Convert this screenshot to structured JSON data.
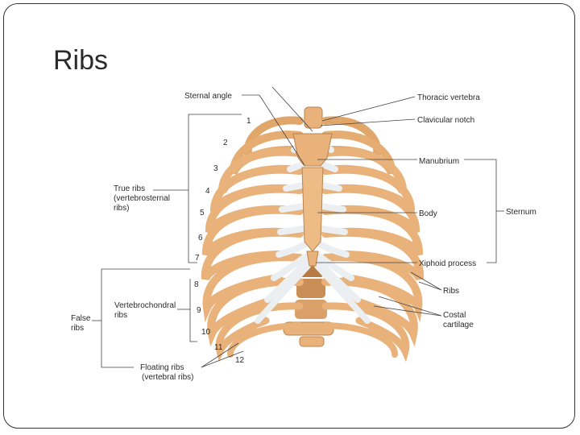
{
  "slide": {
    "title": "Ribs"
  },
  "labels": {
    "sternal_angle": "Sternal angle",
    "thoracic_vertebra": "Thoracic vertebra",
    "clavicular_notch": "Clavicular notch",
    "manubrium": "Manubrium",
    "body": "Body",
    "sternum": "Sternum",
    "xiphoid": "Xiphoid process",
    "ribs": "Ribs",
    "costal_1": "Costal",
    "costal_2": "cartilage",
    "true_1": "True ribs",
    "true_2": "(vertebrosternal",
    "true_3": "ribs)",
    "false_1": "False",
    "false_2": "ribs",
    "vc_1": "Vertebrochondral",
    "vc_2": "ribs",
    "float_1": "Floating ribs",
    "float_2": "(vertebral ribs)"
  },
  "rib_numbers": [
    "1",
    "2",
    "3",
    "4",
    "5",
    "6",
    "7",
    "8",
    "9",
    "10",
    "11",
    "12"
  ],
  "colors": {
    "bone": "#e8b27a",
    "bone_edge": "#b9824c",
    "cartilage": "#eef0f2",
    "vertebra": "#c98e55"
  }
}
